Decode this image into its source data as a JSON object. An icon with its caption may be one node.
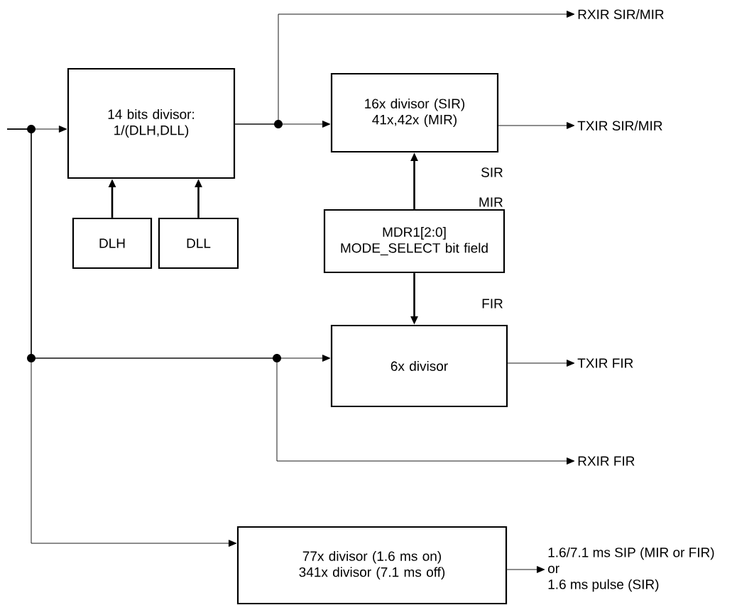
{
  "diagram": {
    "nodes": [
      {
        "text": [
          "14 bits divisor: 1/(DLH,DLL)"
        ]
      },
      {
        "text": [
          "DLH"
        ]
      },
      {
        "text": [
          "DLL"
        ]
      },
      {
        "text": [
          "16x divisor (SIR) 41x,42x (MIR)"
        ]
      },
      {
        "text": [
          "MDR1[2:0] MODE_SELECT bit field"
        ]
      },
      {
        "text": [
          "6x divisor"
        ]
      },
      {
        "text": [
          "77x divisor (1.6 ms on) 341x divisor (7.1 ms off)"
        ]
      },
      {
        "text": [
          "RXIR SIR/MIR"
        ]
      },
      {
        "text": [
          "TXIR SIR/MIR"
        ]
      },
      {
        "text": [
          "TXIR FIR"
        ]
      },
      {
        "text": [
          "RXIR FIR"
        ]
      },
      {
        "text": [
          "1.6/7.1 ms SIP (MIR or FIR)",
          "or",
          "1.6 ms pulse (SIR)"
        ]
      }
    ],
    "edges": [
      {
        "from": null,
        "to": 0,
        "arrow": "to"
      },
      {
        "from": null,
        "to": 5,
        "arrow": "to"
      },
      {
        "from": null,
        "to": 10,
        "arrow": "to"
      },
      {
        "from": null,
        "to": 6,
        "arrow": "to"
      },
      {
        "from": 1,
        "to": 0,
        "arrow": "to",
        "style": "thick"
      },
      {
        "from": 2,
        "to": 0,
        "arrow": "to",
        "style": "thick"
      },
      {
        "from": 0,
        "to": 3,
        "arrow": "to"
      },
      {
        "from": 0,
        "to": 7,
        "arrow": "to"
      },
      {
        "from": 3,
        "to": 8,
        "arrow": "to"
      },
      {
        "from": 4,
        "to": 3,
        "arrow": "to",
        "style": "thick"
      },
      {
        "from": 4,
        "to": 5,
        "arrow": "to",
        "style": "thick"
      },
      {
        "from": 5,
        "to": 9,
        "arrow": "to"
      },
      {
        "from": 6,
        "to": 11,
        "arrow": "to"
      }
    ],
    "labels": [
      "SIR",
      "MIR",
      "FIR"
    ]
  }
}
